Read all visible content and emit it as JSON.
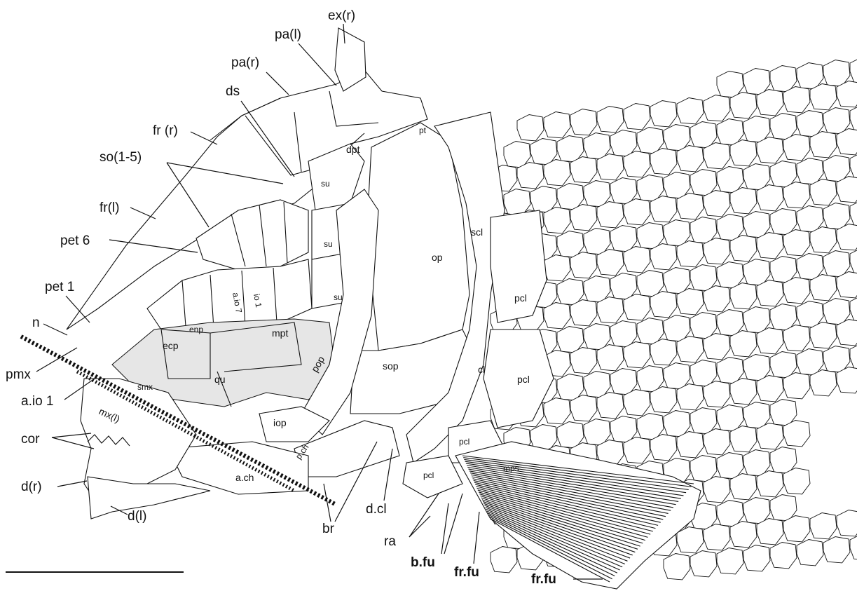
{
  "labels": {
    "ex_r": "ex(r)",
    "pa_l": "pa(l)",
    "pa_r": "pa(r)",
    "ds": "ds",
    "fr_r": "fr (r)",
    "so": "so(1-5)",
    "fr_l": "fr(l)",
    "pet6": "pet 6",
    "pet1": "pet 1",
    "n": "n",
    "pmx": "pmx",
    "aio1": "a.io 1",
    "cor": "cor",
    "d_r": "d(r)",
    "d_l": "d(l)",
    "br": "br",
    "dcl": "d.cl",
    "ra": "ra",
    "bfu": "b.fu",
    "frfu1": "fr.fu",
    "frfu2": "fr.fu"
  },
  "bone_labels": {
    "dpt": "dpt",
    "pt": "pt",
    "su1": "su",
    "su2": "su",
    "su3": "su",
    "scl": "scl",
    "op": "op",
    "aio7": "a.io 7",
    "io1": "io 1",
    "enp": "enp",
    "mpt": "mpt",
    "ecp": "ecp",
    "pop": "pop",
    "qu": "qu",
    "sop": "sop",
    "cl": "cl",
    "pcl1": "pcl",
    "pcl2": "pcl",
    "pcl3": "pcl",
    "pcl4": "pcl",
    "smx": "smx",
    "mxl": "mx(l)",
    "iop": "iop",
    "pch": "p.ch",
    "ach": "a.ch",
    "mps": "mps"
  }
}
